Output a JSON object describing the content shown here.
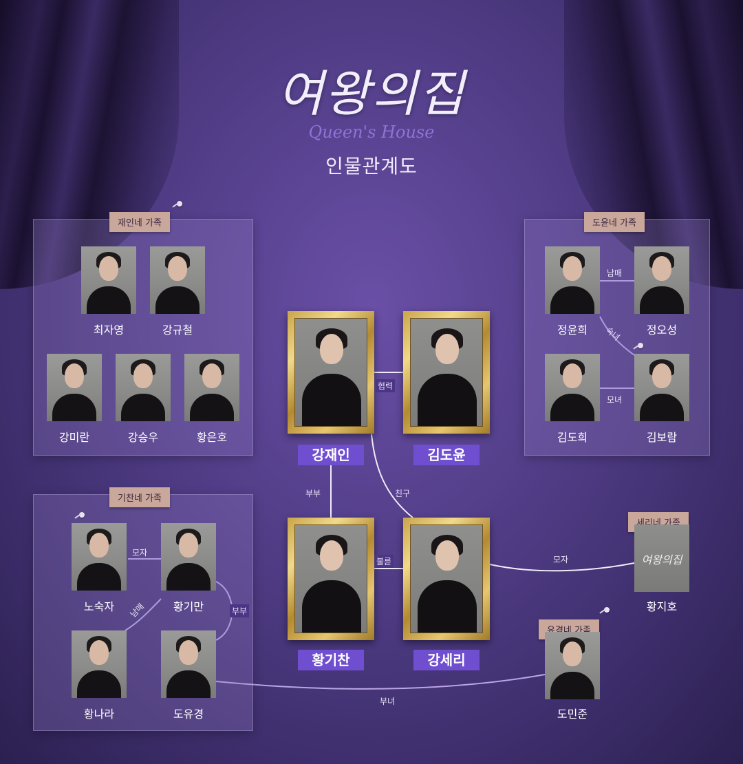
{
  "header": {
    "logo_korean": "여왕의집",
    "logo_english": "Queen's House",
    "subtitle": "인물관계도"
  },
  "families": {
    "jaein": {
      "tag": "재인네 가족",
      "members": [
        "최자영",
        "강규철",
        "강미란",
        "강승우",
        "황은호"
      ]
    },
    "doyun": {
      "tag": "도윤네 가족",
      "members": [
        "정윤희",
        "정오성",
        "김도희",
        "김보람"
      ]
    },
    "gichan": {
      "tag": "기찬네 가족",
      "members": [
        "노숙자",
        "황기만",
        "황나라",
        "도유경"
      ]
    },
    "seri": {
      "tag": "세리네 가족",
      "members": [
        "황지호"
      ]
    },
    "yugyeong": {
      "tag": "유경네 가족",
      "members": [
        "도민준"
      ]
    }
  },
  "main": {
    "characters": [
      "강재인",
      "김도윤",
      "황기찬",
      "강세리"
    ]
  },
  "relations": {
    "cooperation": "협력",
    "friend": "친구",
    "married": "부부",
    "affair": "불륜",
    "mother_son": "모자",
    "siblings": "남매",
    "aunt_niece": "숙녀",
    "mother_daughter": "모녀",
    "father_daughter": "부녀"
  },
  "colors": {
    "background": "#55408c",
    "name_plate": "#6f4fd0",
    "family_tag": "#c9a79a",
    "frame_gold": "#d8b660"
  }
}
